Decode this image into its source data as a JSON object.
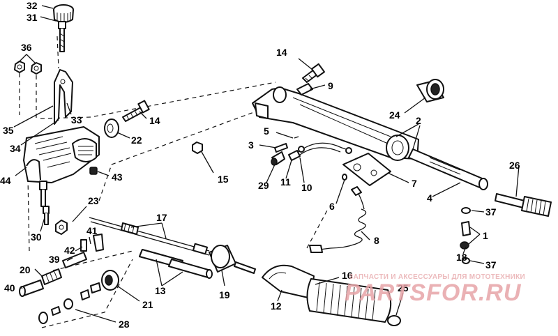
{
  "labels": [
    {
      "id": "l32",
      "text": "32"
    },
    {
      "id": "l31",
      "text": "31"
    },
    {
      "id": "l36",
      "text": "36"
    },
    {
      "id": "l33",
      "text": "33"
    },
    {
      "id": "l35",
      "text": "35"
    },
    {
      "id": "l34",
      "text": "34"
    },
    {
      "id": "l44",
      "text": "44"
    },
    {
      "id": "l22",
      "text": "22"
    },
    {
      "id": "l14a",
      "text": "14"
    },
    {
      "id": "l43",
      "text": "43"
    },
    {
      "id": "l14b",
      "text": "14"
    },
    {
      "id": "l9",
      "text": "9"
    },
    {
      "id": "l24",
      "text": "24"
    },
    {
      "id": "l2",
      "text": "2"
    },
    {
      "id": "l5",
      "text": "5"
    },
    {
      "id": "l3",
      "text": "3"
    },
    {
      "id": "l15",
      "text": "15"
    },
    {
      "id": "l29",
      "text": "29"
    },
    {
      "id": "l11",
      "text": "11"
    },
    {
      "id": "l10",
      "text": "10"
    },
    {
      "id": "l7",
      "text": "7"
    },
    {
      "id": "l6",
      "text": "6"
    },
    {
      "id": "l4",
      "text": "4"
    },
    {
      "id": "l26",
      "text": "26"
    },
    {
      "id": "l37a",
      "text": "37"
    },
    {
      "id": "l1",
      "text": "1"
    },
    {
      "id": "l18",
      "text": "18"
    },
    {
      "id": "l37b",
      "text": "37"
    },
    {
      "id": "l8",
      "text": "8"
    },
    {
      "id": "l23",
      "text": "23"
    },
    {
      "id": "l30",
      "text": "30"
    },
    {
      "id": "l17",
      "text": "17"
    },
    {
      "id": "l41",
      "text": "41"
    },
    {
      "id": "l42",
      "text": "42"
    },
    {
      "id": "l39",
      "text": "39"
    },
    {
      "id": "l20",
      "text": "20"
    },
    {
      "id": "l40",
      "text": "40"
    },
    {
      "id": "l13",
      "text": "13"
    },
    {
      "id": "l19",
      "text": "19"
    },
    {
      "id": "l21",
      "text": "21"
    },
    {
      "id": "l28",
      "text": "28"
    },
    {
      "id": "l16",
      "text": "16"
    },
    {
      "id": "l25",
      "text": "25"
    },
    {
      "id": "l12",
      "text": "12"
    }
  ],
  "watermark": {
    "tagline": "ЗАПЧАСТИ И АКСЕССУАРЫ ДЛЯ МОТОТЕХНИКИ",
    "brand": "PARTSFOR.RU"
  }
}
